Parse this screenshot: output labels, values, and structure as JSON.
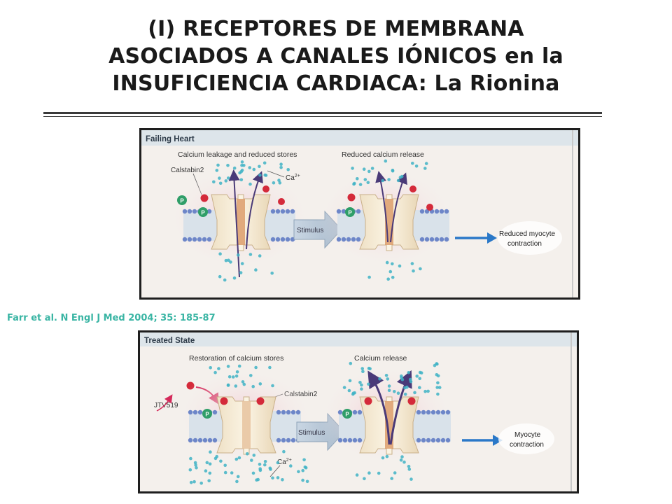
{
  "title": {
    "line1": "(I) RECEPTORES DE MEMBRANA",
    "line2": "ASOCIADOS A CANALES IÓNICOS en la",
    "line3": "INSUFICIENCIA CARDIACA: La Rionina"
  },
  "citation": "Farr et al. N Engl J Med 2004; 35: 185-87",
  "colors": {
    "accent_teal": "#3ab5a4",
    "arrow_blue": "#2a78c8",
    "calcium_dot": "#3fb3c6",
    "calstabin_red": "#d42a3a",
    "phosphate_green": "#2f9e68"
  },
  "failing_panel": {
    "header": "Failing Heart",
    "left_caption": "Calcium leakage and reduced stores",
    "label_calstabin": "Calstabin2",
    "label_ca": "Ca",
    "label_ca_sup": "2+",
    "phosphate": "P",
    "mid_caption": "Reduced calcium release",
    "stimulus": "Stimulus",
    "result_line1": "Reduced myocyte",
    "result_line2": "contraction"
  },
  "treated_panel": {
    "header": "Treated State",
    "left_caption": "Restoration of calcium stores",
    "label_calstabin": "Calstabin2",
    "label_drug": "JTV519",
    "label_ca": "Ca",
    "label_ca_sup": "2+",
    "phosphate": "P",
    "mid_caption": "Calcium release",
    "stimulus": "Stimulus",
    "result_line1": "Myocyte",
    "result_line2": "contraction"
  }
}
